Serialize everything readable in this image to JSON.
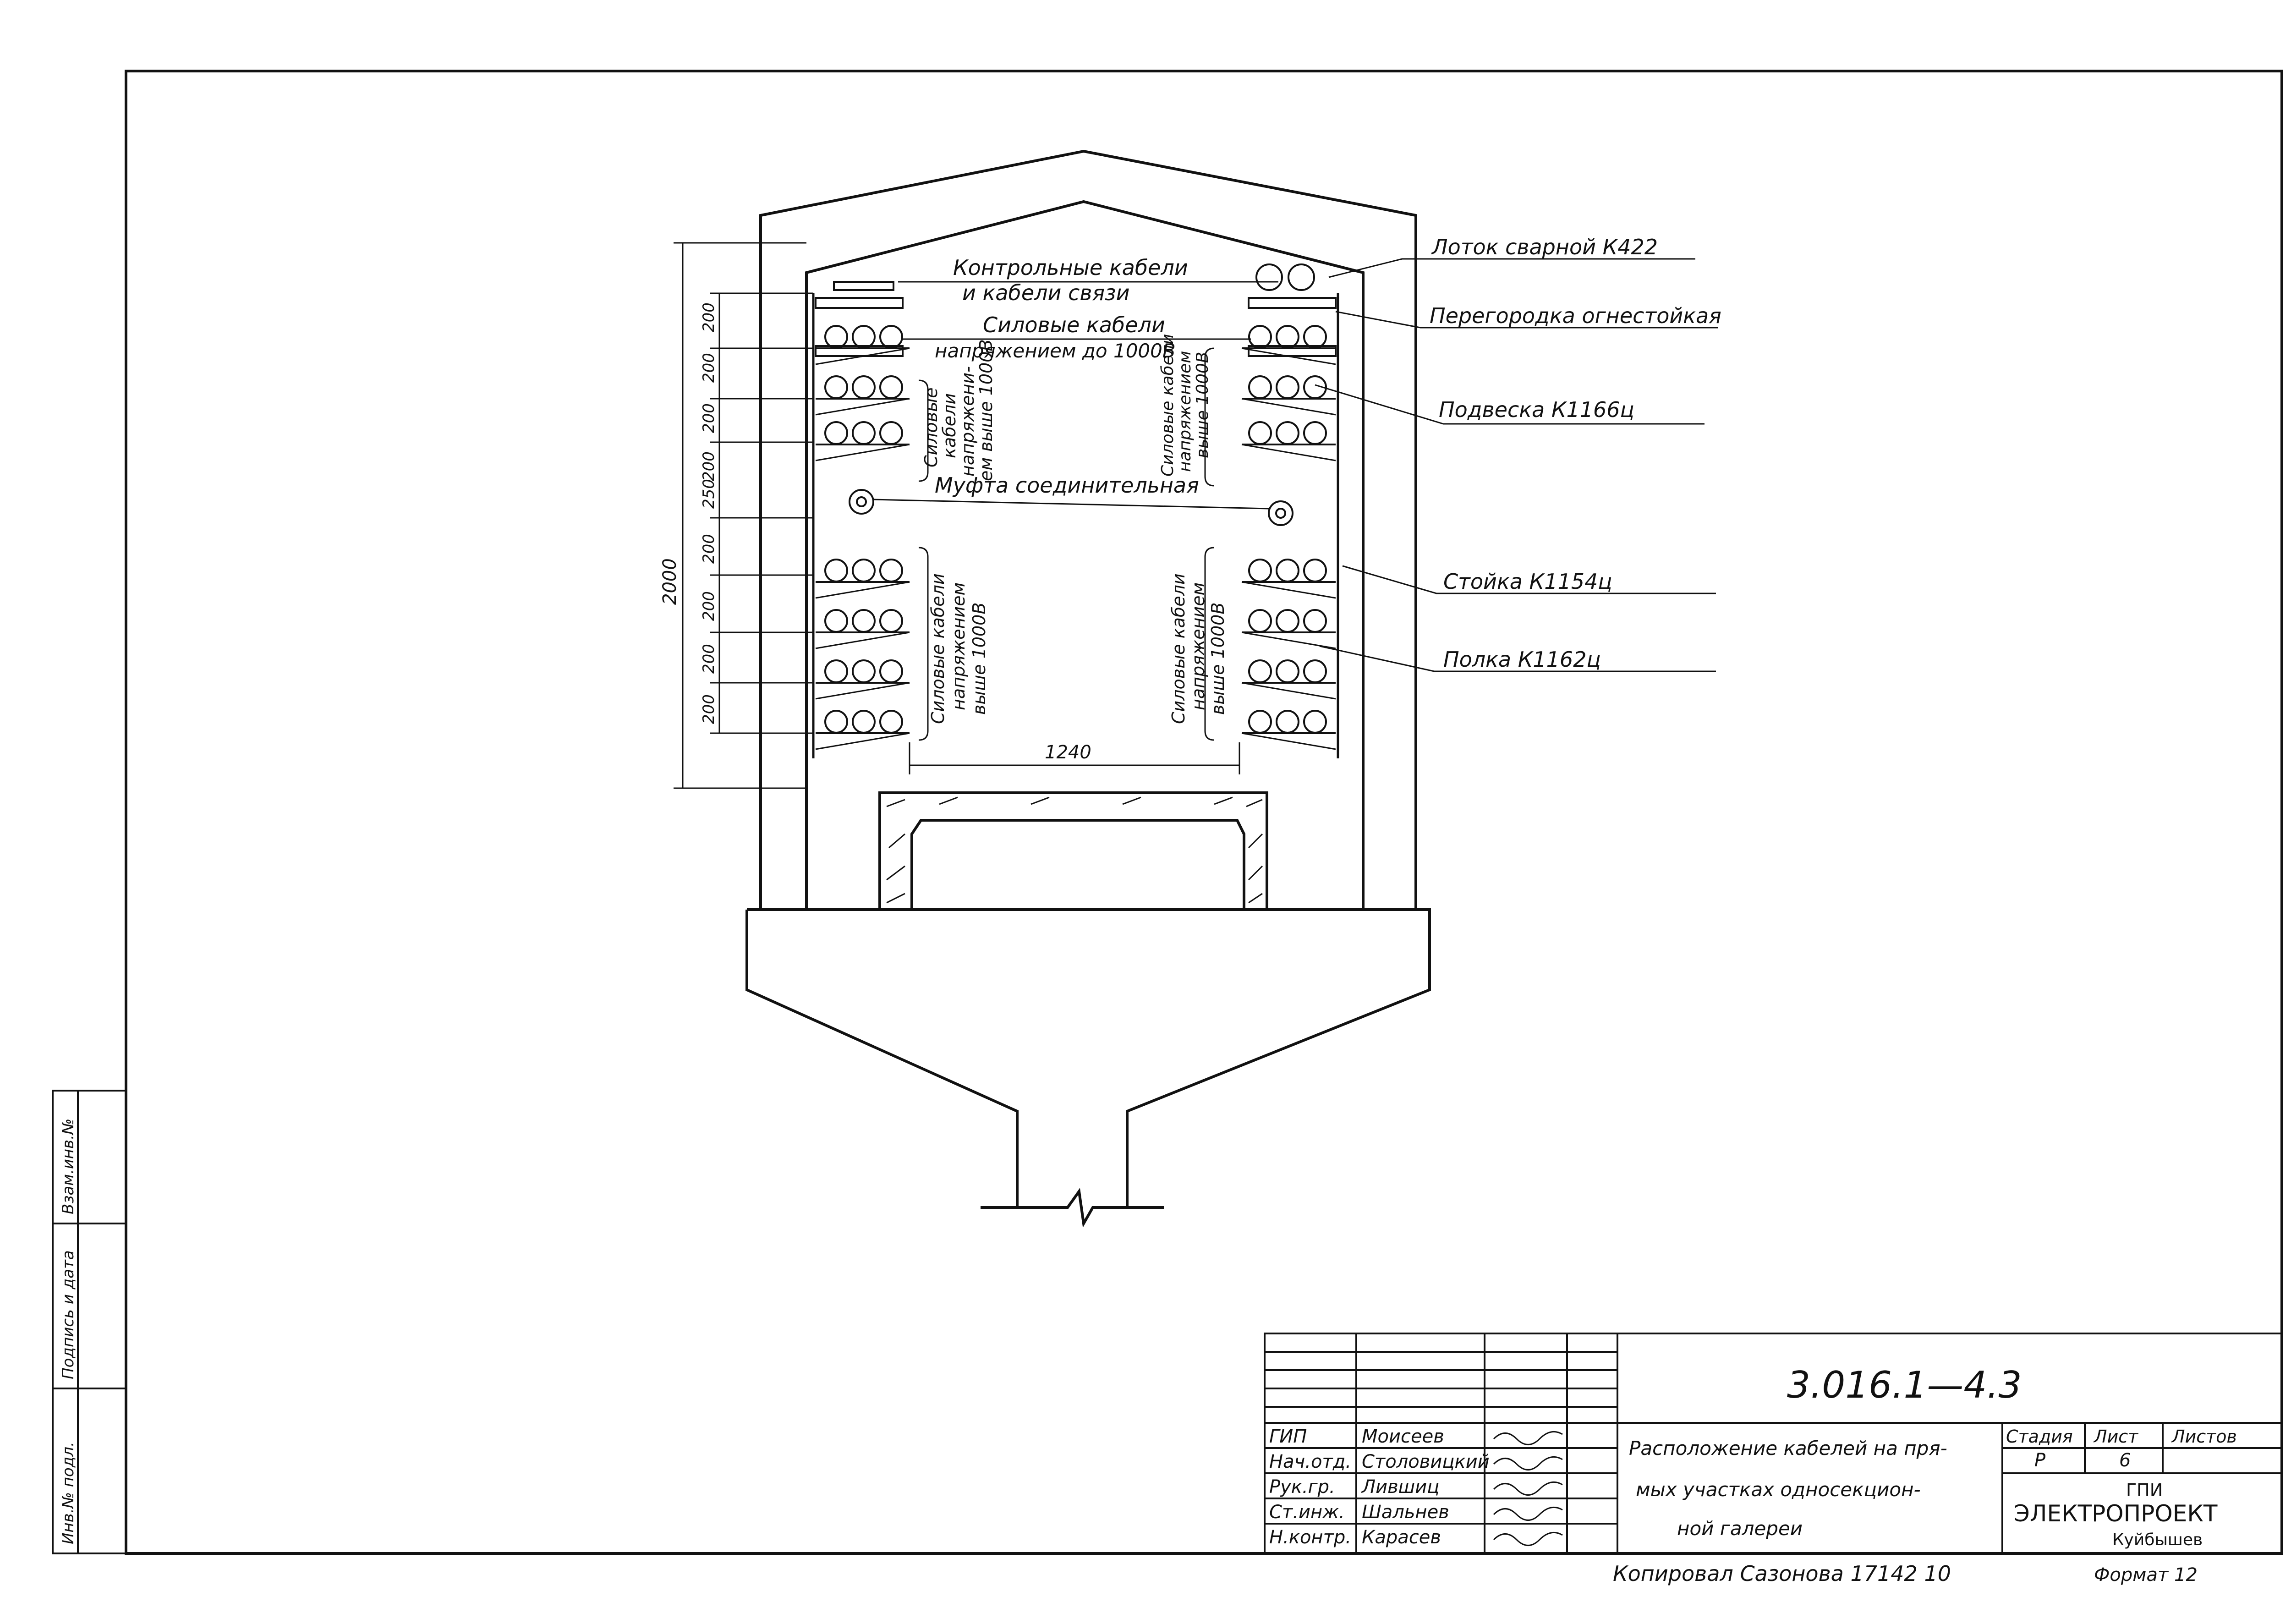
{
  "callouts": {
    "lotok": "Лоток сварной К422",
    "peregorodka": "Перегородка огнестойкая",
    "podveska": "Подвеска К1166ц",
    "stoika": "Стойка К1154ц",
    "polka": "Полка К1162ц"
  },
  "inner_labels": {
    "control_1": "Контрольные кабели",
    "control_2": "и кабели связи",
    "power_1": "Силовые кабели",
    "power_2": "напряжением до 1000В",
    "mufta": "Муфта соединительная",
    "ul_1": "Силовые",
    "ul_2": "кабели",
    "ul_3": "напряжени-",
    "ul_4": "ем выше 1000В",
    "ur_1": "Силовые кабели",
    "ur_2": "напряжением",
    "ur_3": "выше 1000В",
    "ll_1": "Силовые кабели",
    "ll_2": "напряжением",
    "ll_3": "выше 1000В",
    "lr_1": "Силовые кабели",
    "lr_2": "напряжением",
    "lr_3": "выше 1000В"
  },
  "dimensions": {
    "total_height": "2000",
    "width": "1240",
    "d1": "200",
    "d2": "200",
    "d3": "200",
    "d4": "200",
    "d5": "250",
    "d6": "200",
    "d7": "200",
    "d8": "200",
    "d9": "200"
  },
  "side_stamp": {
    "inv": "Инв.№ подл.",
    "sign": "Подпись и дата",
    "vzam": "Взам.инв.№"
  },
  "title_block": {
    "doc_code": "3.016.1—4.3",
    "title_1": "Расположение кабелей на пря-",
    "title_2": "мых участках односекцион-",
    "title_3": "ной галереи",
    "stage_label": "Стадия",
    "sheet_label": "Лист",
    "sheets_label": "Листов",
    "stage_value": "Р",
    "sheet_value": "6",
    "org_1": "ГПИ",
    "org_2": "ЭЛЕКТРОПРОЕКТ",
    "org_3": "Куйбышев",
    "rows": [
      {
        "role": "ГИП",
        "name": "Моисеев"
      },
      {
        "role": "Нач.отд.",
        "name": "Столовицкий"
      },
      {
        "role": "Рук.гр.",
        "name": "Лившиц"
      },
      {
        "role": "Ст.инж.",
        "name": "Шальнев"
      },
      {
        "role": "Н.контр.",
        "name": "Карасев"
      }
    ],
    "copied": "Копировал Сазонова 17142 10",
    "format": "Формат 12"
  }
}
